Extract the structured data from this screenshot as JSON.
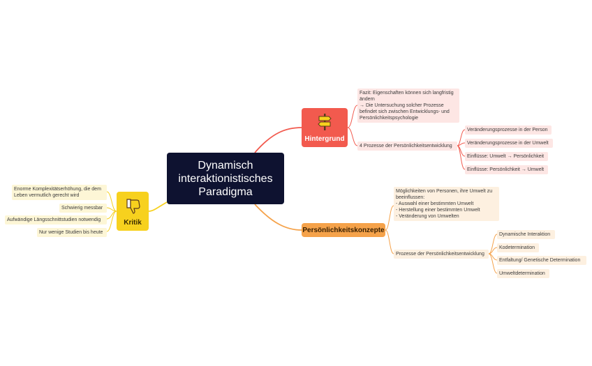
{
  "central": {
    "title": "Dynamisch\ninteraktionistisches\nParadigma"
  },
  "branches": {
    "hintergrund": {
      "label": "Hintergrund",
      "icon": "signpost-icon",
      "color": "#f25a4e",
      "fazit": "Fazit: Eigenschaften können sich langfristig ändern\n→ Die Untersuchung solcher Prozesse befindet sich zwischen Entwicklungs- und Persönlichkeitspsychologie",
      "prozesse": "4 Prozesse der Persönlichkeitsentwicklung",
      "prozesse_items": [
        "Veränderungsprozesse in der Person",
        "Veränderungsprozesse in der Umwelt",
        "Einflüsse: Umwelt → Persönlichkeit",
        "Einflüsse: Persönlichkeit → Umwelt"
      ]
    },
    "persoenlichkeitskonzepte": {
      "label": "Persönlichkeitskonzepte",
      "color": "#f5a24a",
      "moeglichkeiten": "Möglichkeiten von Personen, ihre Umwelt zu beeinflussen:\n- Auswahl einer bestimmten Umwelt\n- Herstellung einer bestimmten Umwelt\n- Veränderung von Umwelten",
      "prozesse": "Prozesse der Persönlichkeitsentwicklung",
      "prozesse_items": [
        "Dynamische Interaktion",
        "Kodetermination",
        "Entfaltung/ Genetische Determination",
        "Umweltdetermination"
      ]
    },
    "kritik": {
      "label": "Kritik",
      "icon": "thumbs-down-icon",
      "color": "#f7d11e",
      "items": [
        "Enorme Komplexitätserhöhung, die dem Leben vermutlich gerecht wird",
        "Schwierig messbar",
        "Aufwändige Längsschnittstudien notwendig",
        "Nur wenige Studien bis heute"
      ]
    }
  }
}
